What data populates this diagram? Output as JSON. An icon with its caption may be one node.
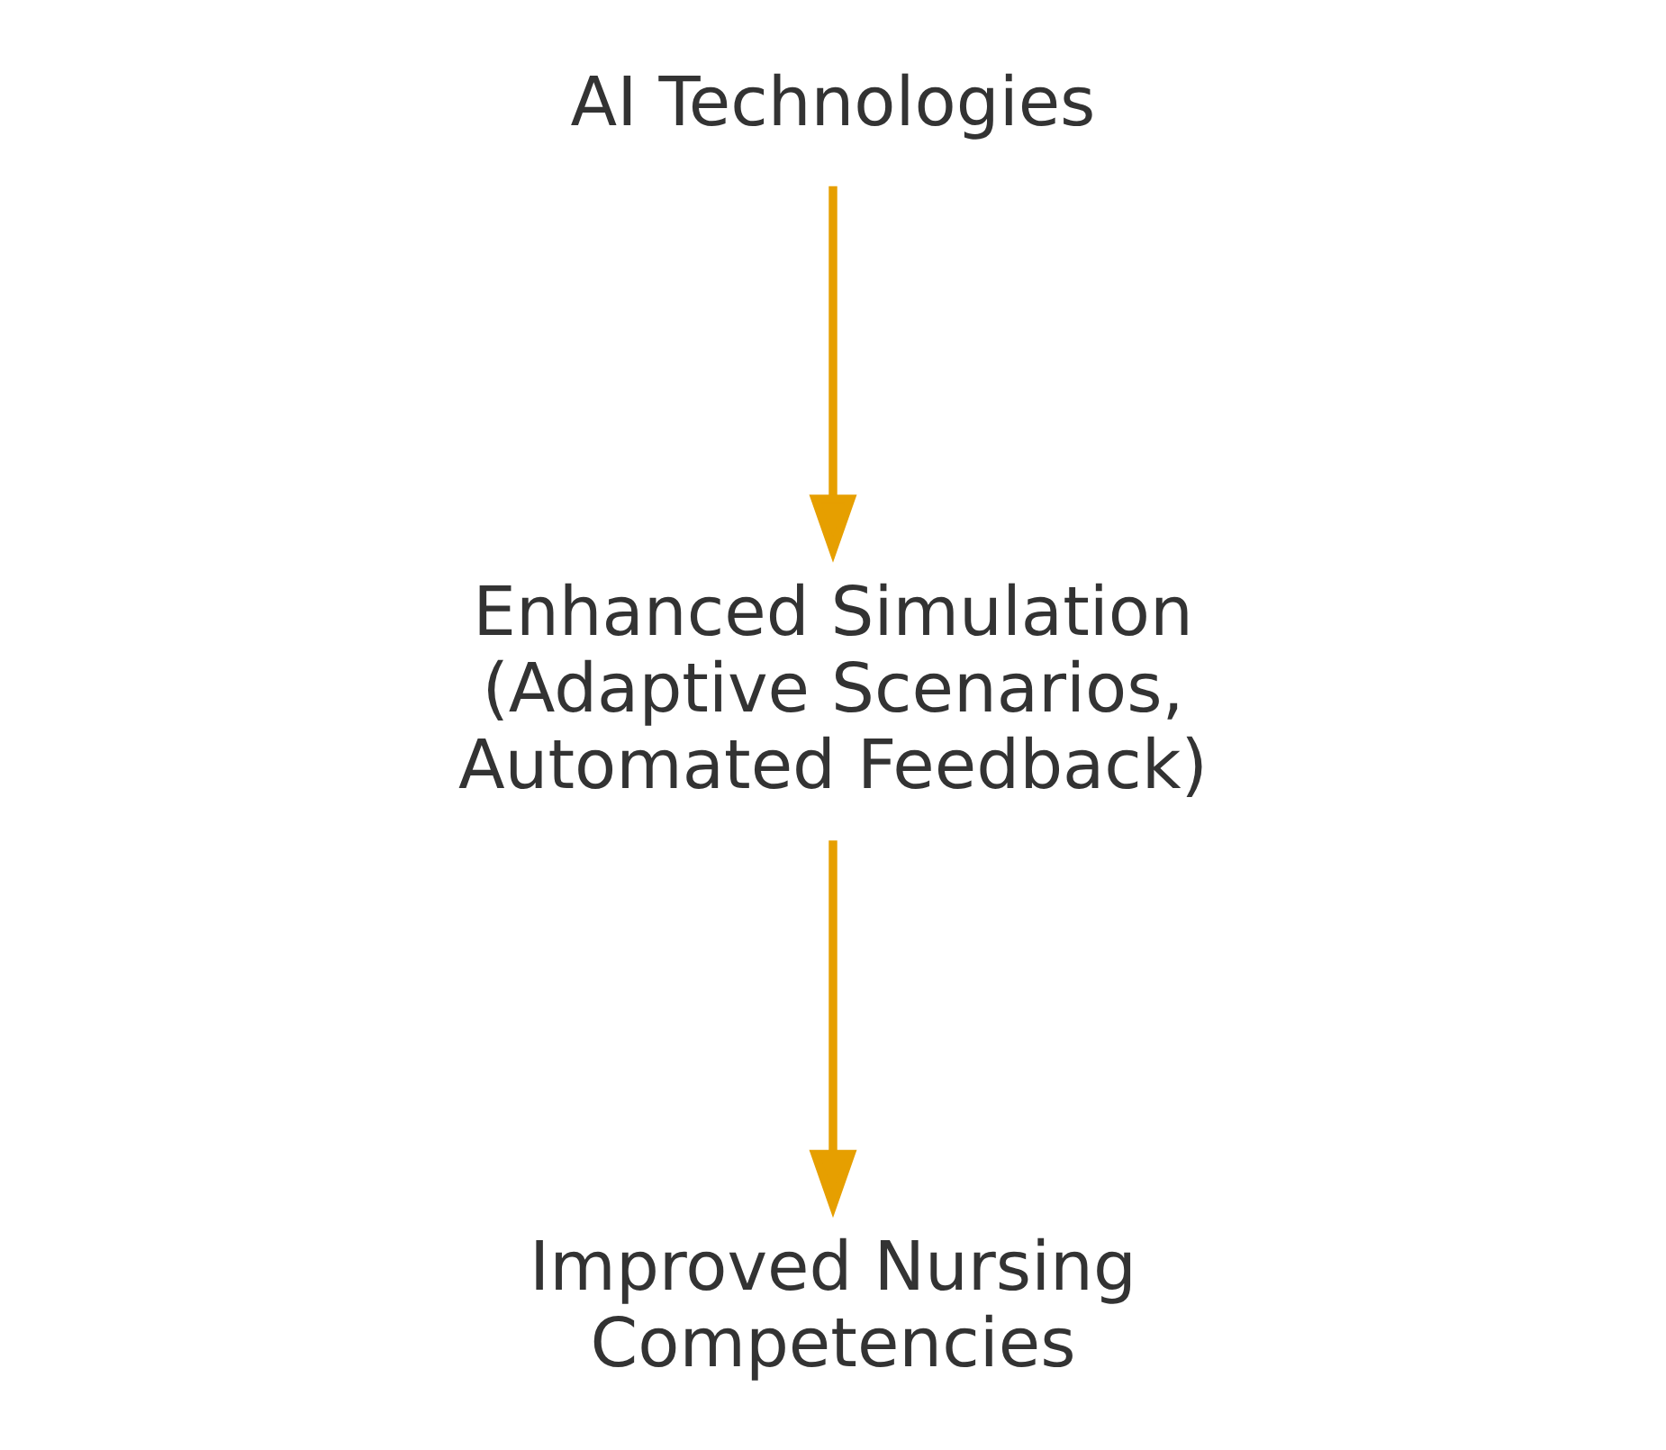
{
  "diagram": {
    "nodes": [
      {
        "text": [
          "AI Technologies"
        ]
      },
      {
        "text": [
          "Enhanced Simulation (Adaptive Scenarios, Automated Feedback)"
        ]
      },
      {
        "text": [
          "Improved Nursing Competencies"
        ]
      }
    ],
    "edges": [
      {
        "from": 0,
        "to": 1,
        "arrow": "to",
        "color": "#e69f00"
      },
      {
        "from": 1,
        "to": 2,
        "arrow": "to",
        "color": "#e69f00"
      }
    ]
  }
}
